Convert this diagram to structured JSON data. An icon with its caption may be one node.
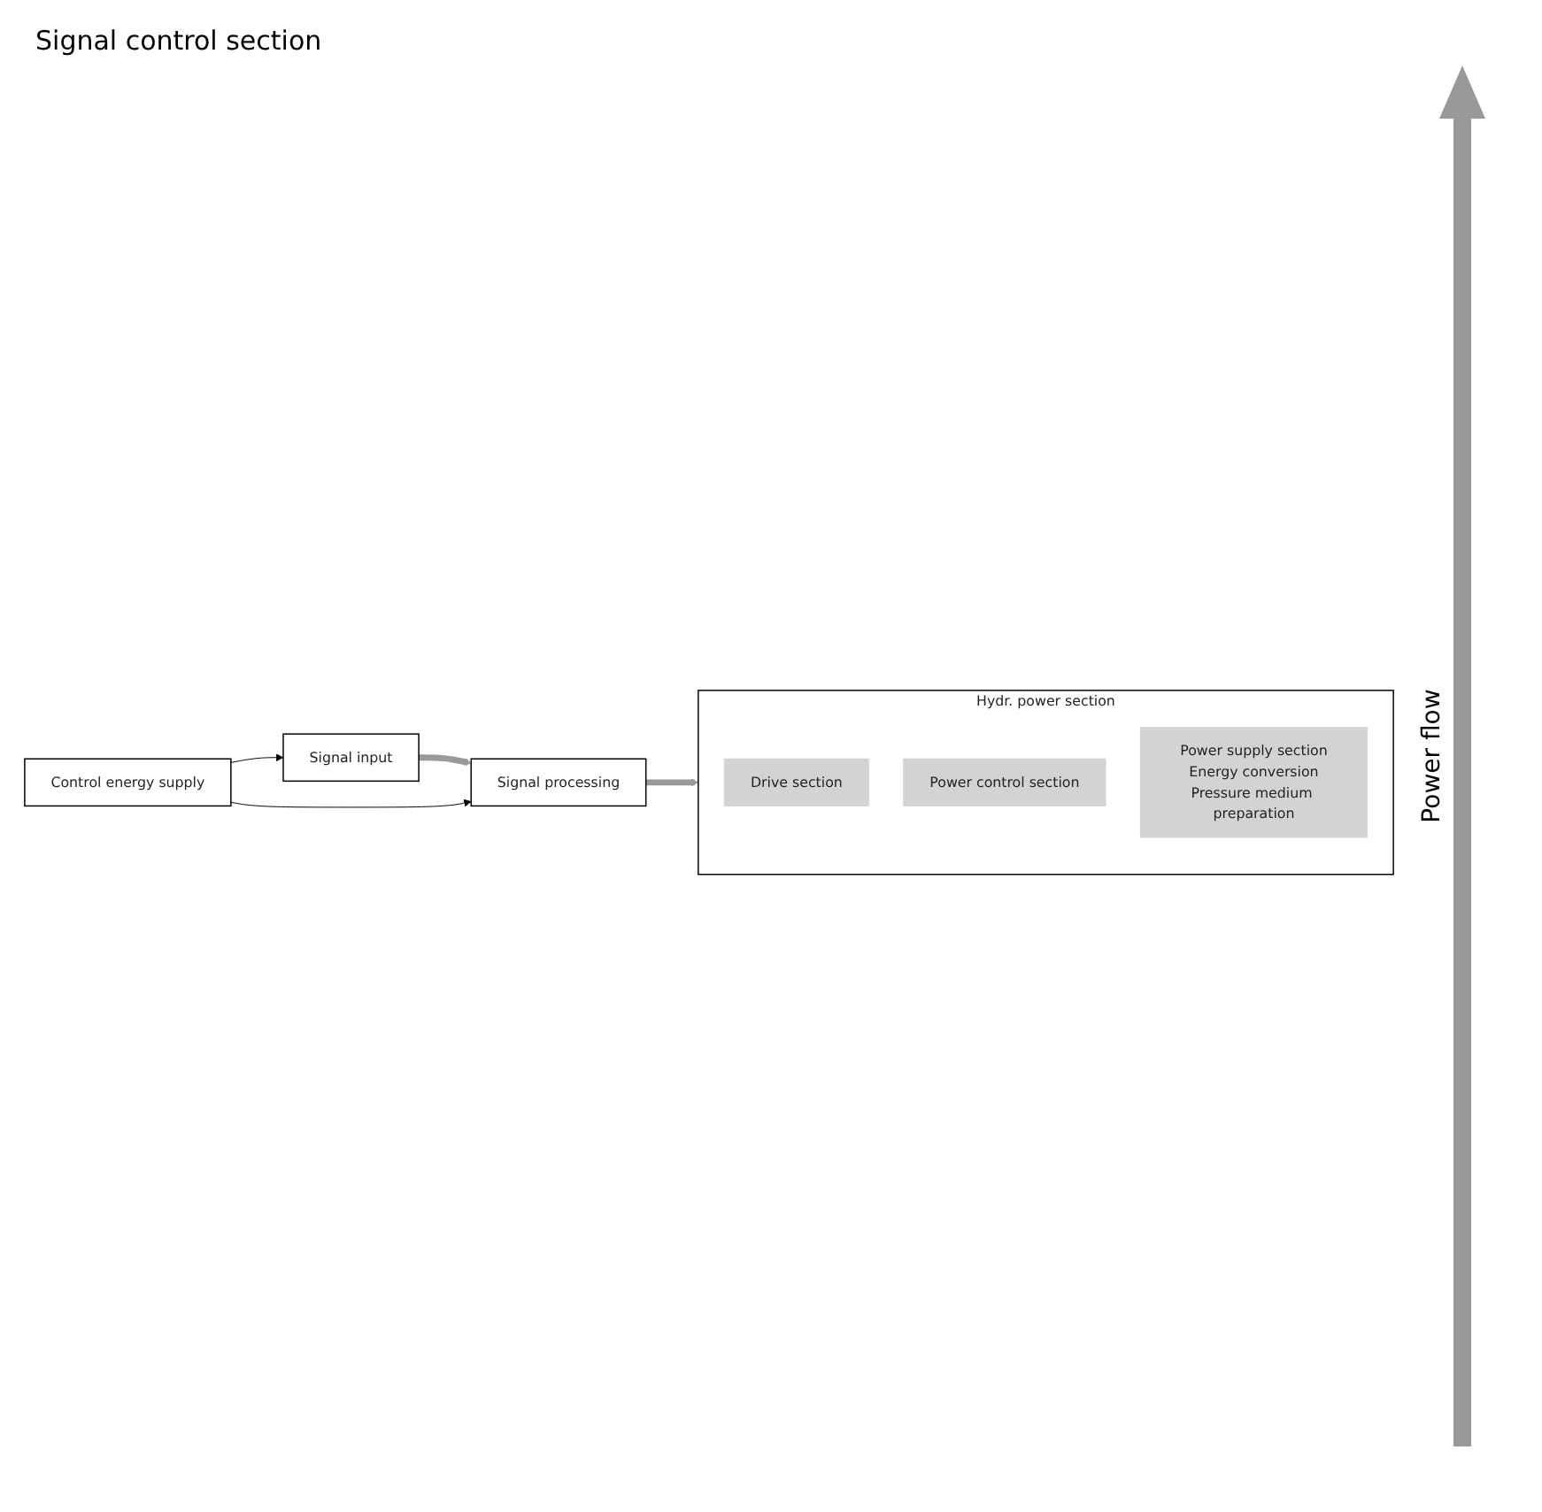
{
  "diagram": {
    "nodes": [
      {
        "text": [
          "Hydr. power section"
        ]
      },
      {
        "text": [
          "Drive section"
        ],
        "in": 0
      },
      {
        "text": [
          "Power control section"
        ],
        "in": 0
      },
      {
        "text": [
          "Power supply section",
          "Energy conversion",
          "Pressure medium preparation"
        ],
        "in": 0
      },
      {
        "text": [
          "Signal input"
        ]
      },
      {
        "text": [
          "Signal processing"
        ]
      },
      {
        "text": [
          "Control energy supply"
        ]
      }
    ],
    "edges": [
      {
        "from": 4,
        "to": 5,
        "arrow": "to",
        "style": "thick",
        "color": "#999999"
      },
      {
        "from": 5,
        "to": 0,
        "arrow": "to",
        "style": "thick",
        "color": "#999999"
      },
      {
        "from": 6,
        "to": 4,
        "arrow": "to",
        "color": "#000000"
      },
      {
        "from": 6,
        "to": 5,
        "arrow": "to",
        "color": "#000000"
      }
    ],
    "labels": [
      "Signal control section",
      "Power flow"
    ]
  }
}
